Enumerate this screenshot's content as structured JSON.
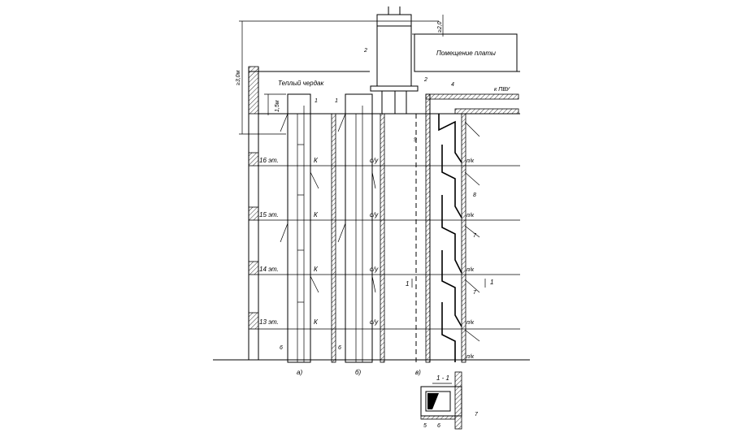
{
  "labels": {
    "warm_attic": "Теплый чердак",
    "pomeshchenie": "Помещение платы",
    "k_pvu": "к ПВУ",
    "dim_2m": "≥2,0",
    "dim_15m": "1,5м",
    "dim_3m": "≥3,0м",
    "section": "1 - 1"
  },
  "floors": [
    "16 эт.",
    "15 эт.",
    "14 эт.",
    "13 эт."
  ],
  "shaft_codes": {
    "k": "К",
    "cu": "с/у",
    "pk": "п/к"
  },
  "callouts": {
    "n1": "1",
    "n2": "2",
    "n4": "4",
    "n5": "5",
    "n6": "6",
    "n7": "7",
    "n8": "8",
    "n9": "9"
  },
  "section_marks": {
    "left": "1",
    "right": "1"
  },
  "schemes": [
    "а)",
    "б)",
    "в)"
  ]
}
